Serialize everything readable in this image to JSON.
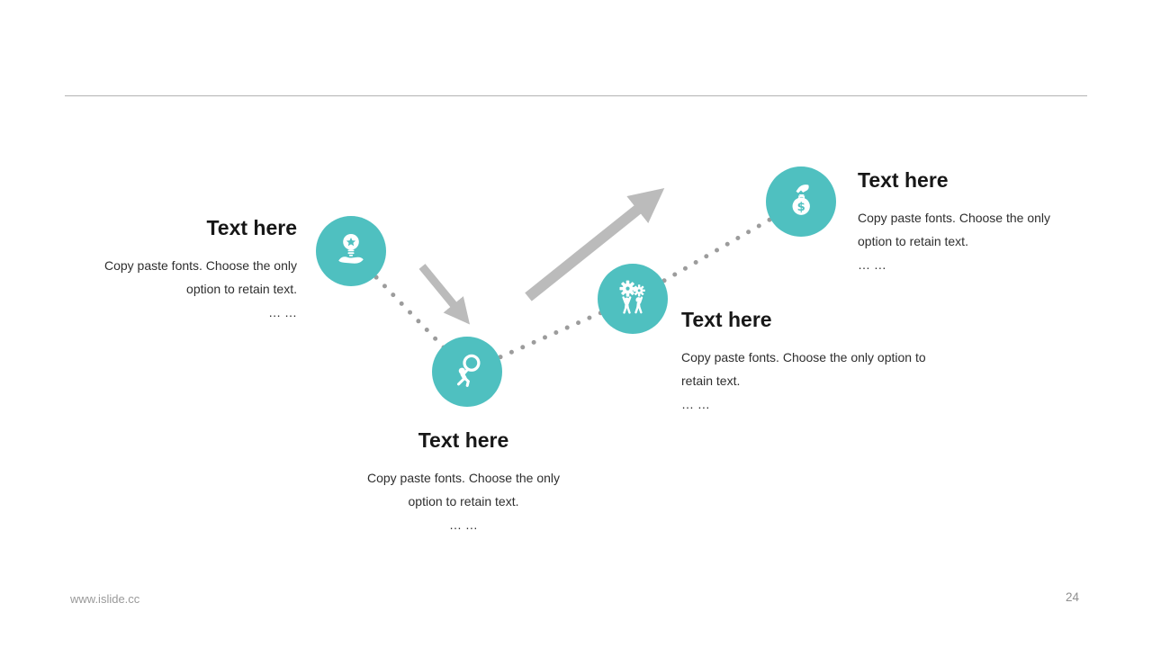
{
  "slide": {
    "divider": true,
    "colors": {
      "accent_teal": "#4fc0c0",
      "dot_gray": "#9c9c9c",
      "arrow_gray": "#bbbbbb",
      "divider_gray": "#b3b3b3",
      "heading_text": "#171717",
      "body_text": "#2e2e2e",
      "footer_text": "#999999"
    },
    "steps": [
      {
        "icon": "idea-lightbulb-hand-icon",
        "title": "Text here",
        "body": "Copy paste fonts. Choose the only option to retain text.",
        "ellipsis": "… …"
      },
      {
        "icon": "person-search-ring-icon",
        "title": "Text here",
        "body": "Copy paste fonts. Choose the only option to retain text.",
        "ellipsis": "… …"
      },
      {
        "icon": "teamwork-gears-icon",
        "title": "Text here",
        "body": "Copy paste fonts. Choose the only option to retain text.",
        "ellipsis": "… …"
      },
      {
        "icon": "money-bag-hand-icon",
        "title": "Text here",
        "body": "Copy paste fonts. Choose the only option to retain text.",
        "ellipsis": "… …"
      }
    ],
    "footer": {
      "url": "www.islide.cc",
      "page_number": "24"
    }
  }
}
